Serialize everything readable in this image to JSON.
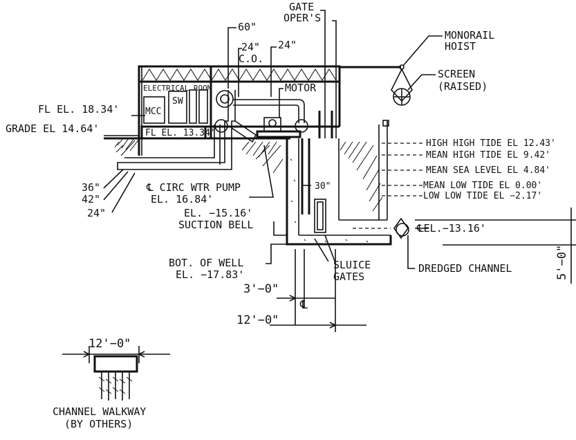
{
  "labels": {
    "gate_oper_1": "GATE",
    "gate_oper_2": "OPER'S",
    "monorail_1": "MONORAIL",
    "monorail_2": "HOIST",
    "screen_1": "SCREEN",
    "screen_2": "(RAISED)",
    "dim_60": "60\"",
    "dim_24a": "24\"",
    "co": "C.O.",
    "dim_24b": "24\"",
    "motor": "MOTOR",
    "electrical_room": "ELECTRICAL ROOM",
    "sw": "SW",
    "mcc": "MCC",
    "fl_el_inner": "FL EL. 13.34'",
    "fl_el_outer": "FL EL. 18.34'",
    "grade_el": "GRADE EL 14.64'",
    "pipe_36": "36\"",
    "pipe_42": "42\"",
    "pipe_24": "24\"",
    "circ_pump_1": "℄ CIRC WTR PUMP",
    "circ_pump_2": "EL. 16.84'",
    "suction_1": "EL. −15.16'",
    "suction_2": "SUCTION BELL",
    "bot_well_1": "BOT. OF WELL",
    "bot_well_2": "EL. −17.83'",
    "sluice_1": "SLUICE",
    "sluice_2": "GATES",
    "dredged": "DREDGED CHANNEL",
    "angle_30": "30\"",
    "cel_1316": "℄EL.−13.16'",
    "dim_3": "3'−0\"",
    "dim_12": "12'−0\"",
    "centerline": "℄",
    "dim_5": "5'−0\"",
    "walkway_dim": "12'−0\"",
    "walkway_1": "CHANNEL WALKWAY",
    "walkway_2": "(BY OTHERS)"
  },
  "tide_levels": [
    {
      "label": "HIGH HIGH TIDE EL 12.43'"
    },
    {
      "label": "MEAN HIGH TIDE EL 9.42'"
    },
    {
      "label": "MEAN SEA LEVEL EL 4.84'"
    },
    {
      "label": "MEAN LOW TIDE EL 0.00'"
    },
    {
      "label": "LOW LOW TIDE EL −2.17'"
    }
  ]
}
